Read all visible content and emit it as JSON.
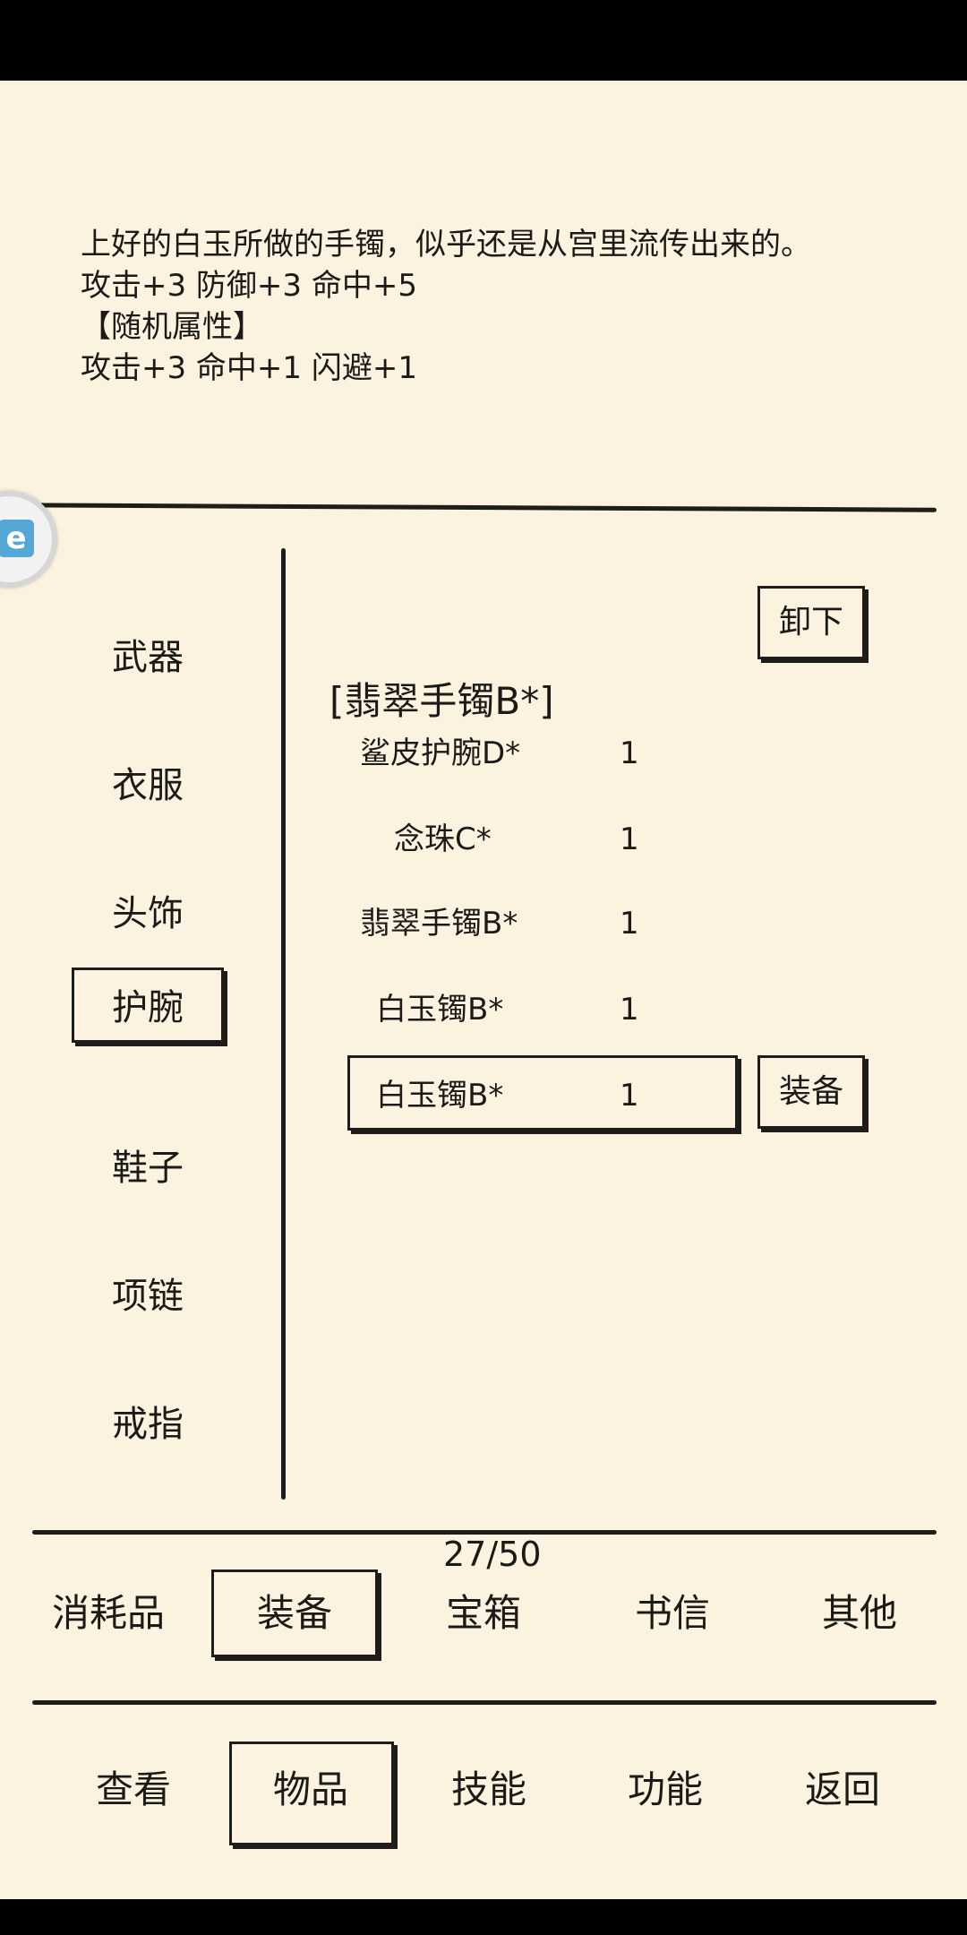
{
  "description": {
    "line1": "上好的白玉所做的手镯，似乎还是从宫里流传出来的。",
    "line2": "攻击+3 防御+3 命中+5",
    "line3": "【随机属性】",
    "line4": "攻击+3 命中+1 闪避+1"
  },
  "floating_ball": {
    "glyph": "e"
  },
  "categories": [
    "武器",
    "衣服",
    "头饰",
    "护腕",
    "鞋子",
    "项链",
    "戒指"
  ],
  "selected_category": "护腕",
  "equipped": {
    "name": "[翡翠手镯B*]",
    "unequip_label": "卸下"
  },
  "items": [
    {
      "name": "鲨皮护腕D*",
      "count": "1"
    },
    {
      "name": "念珠C*",
      "count": "1"
    },
    {
      "name": "翡翠手镯B*",
      "count": "1"
    },
    {
      "name": "白玉镯B*",
      "count": "1",
      "selected": true
    },
    {
      "name": "白玉镯B*",
      "count": "1"
    }
  ],
  "equip_label": "装备",
  "page_indicator": "27/50",
  "bag_tabs": [
    "消耗品",
    "装备",
    "宝箱",
    "书信",
    "其他"
  ],
  "bag_tab_selected": "装备",
  "nav_tabs": [
    "查看",
    "物品",
    "技能",
    "功能",
    "返回"
  ],
  "nav_tab_selected": "物品"
}
